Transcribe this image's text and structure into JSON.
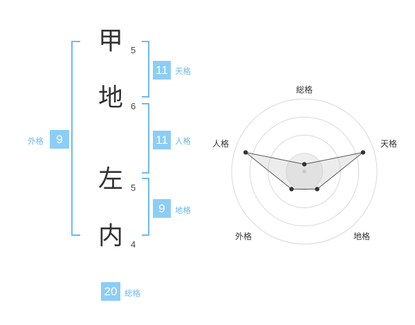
{
  "name_chars": [
    {
      "char": "甲",
      "strokes": "5"
    },
    {
      "char": "地",
      "strokes": "6"
    },
    {
      "char": "左",
      "strokes": "5"
    },
    {
      "char": "内",
      "strokes": "4"
    }
  ],
  "kaku": {
    "tenkaku": {
      "value": "11",
      "label": "天格"
    },
    "jinkaku": {
      "value": "11",
      "label": "人格"
    },
    "chikaku": {
      "value": "9",
      "label": "地格"
    },
    "gaikaku": {
      "value": "9",
      "label": "外格"
    },
    "soukaku": {
      "value": "20",
      "label": "総格"
    }
  },
  "colors": {
    "accent": "#8ccdf7",
    "bracket": "#6eb9ec",
    "text": "#333333"
  },
  "chart_data": {
    "type": "radar",
    "axes": [
      "総格",
      "天格",
      "地格",
      "外格",
      "人格"
    ],
    "values": [
      0.1,
      0.85,
      0.3,
      0.3,
      0.85
    ],
    "range": [
      0,
      1
    ],
    "rings": 4,
    "grid": true,
    "legend": "none"
  }
}
